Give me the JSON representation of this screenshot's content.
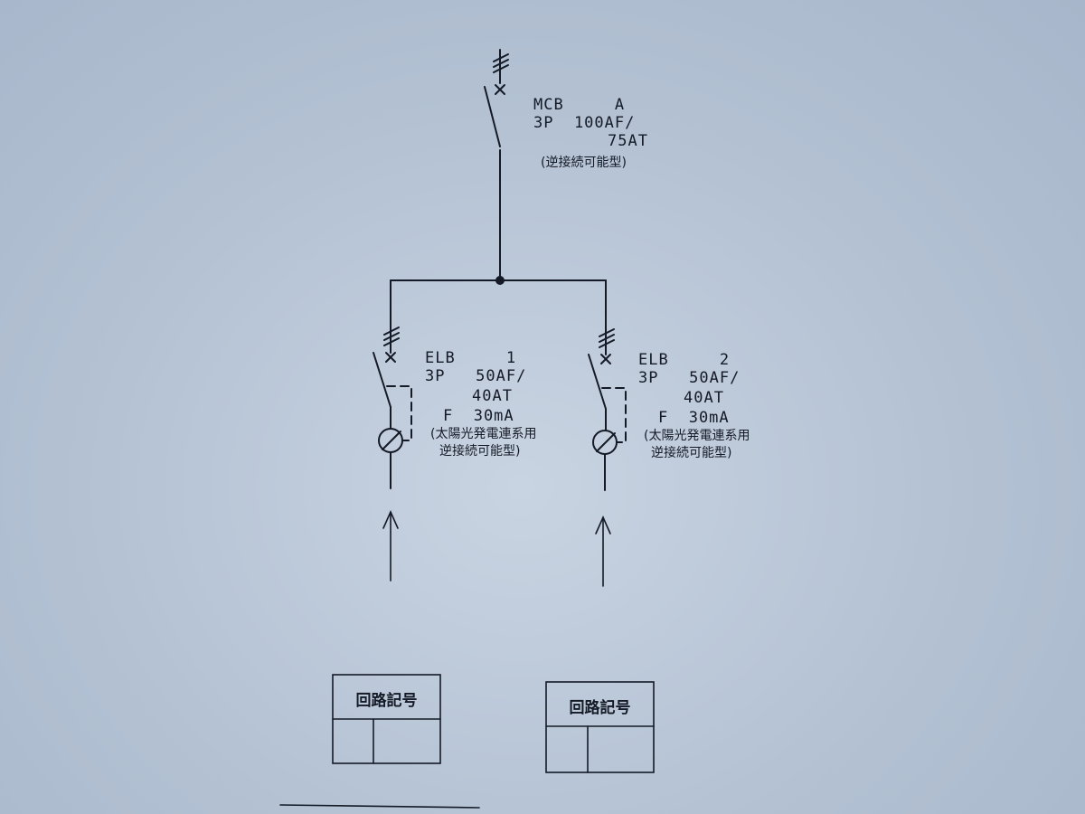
{
  "mcb": {
    "line1": "MCB     A",
    "line2": "3P  100AF/",
    "line3": "75AT",
    "note": "(逆接続可能型)"
  },
  "elb1": {
    "line1": "ELB     1",
    "line2": "3P   50AF/",
    "line3": "40AT",
    "line4": "F  30mA",
    "note1": "(太陽光発電連系用",
    "note2": "逆接続可能型)"
  },
  "elb2": {
    "line1": "ELB     2",
    "line2": "3P   50AF/",
    "line3": "40AT",
    "line4": "F  30mA",
    "note1": "(太陽光発電連系用",
    "note2": "逆接続可能型)"
  },
  "circuit_box_1": {
    "title": "回路記号"
  },
  "circuit_box_2": {
    "title": "回路記号"
  },
  "colors": {
    "ink": "#141a26",
    "paper": "#bcc8d8"
  }
}
